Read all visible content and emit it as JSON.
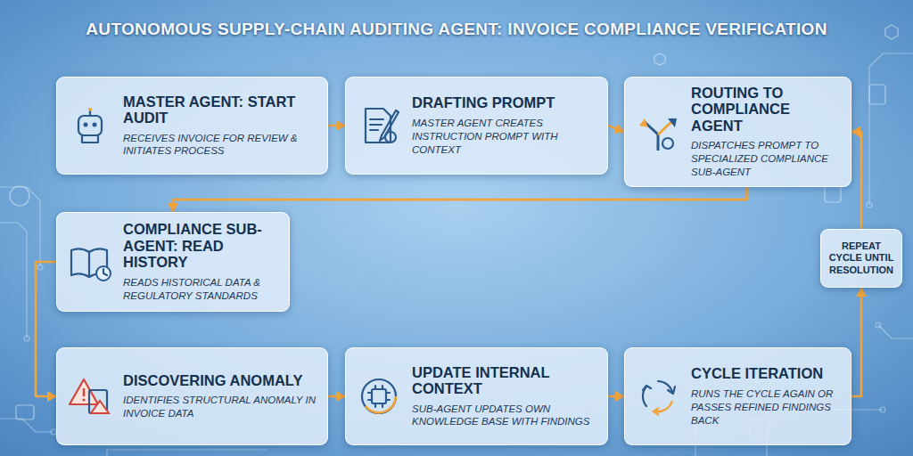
{
  "diagram": {
    "title": "AUTONOMOUS SUPPLY-CHAIN AUDITING AGENT: INVOICE COMPLIANCE VERIFICATION",
    "nodes": [
      {
        "text": [
          "MASTER AGENT: START AUDIT",
          "RECEIVES INVOICE FOR REVIEW & INITIATES PROCESS"
        ]
      },
      {
        "text": [
          "DRAFTING PROMPT",
          "MASTER AGENT CREATES INSTRUCTION PROMPT WITH CONTEXT"
        ]
      },
      {
        "text": [
          "ROUTING TO COMPLIANCE AGENT",
          "DISPATCHES PROMPT TO SPECIALIZED COMPLIANCE SUB-AGENT"
        ]
      },
      {
        "text": [
          "COMPLIANCE SUB-AGENT: READ HISTORY",
          "READS HISTORICAL DATA & REGULATORY STANDARDS"
        ]
      },
      {
        "text": [
          "DISCOVERING ANOMALY",
          "IDENTIFIES STRUCTURAL ANOMALY IN INVOICE DATA"
        ]
      },
      {
        "text": [
          "UPDATE INTERNAL CONTEXT",
          "SUB-AGENT UPDATES OWN KNOWLEDGE BASE WITH FINDINGS"
        ]
      },
      {
        "text": [
          "CYCLE ITERATION",
          "RUNS THE CYCLE AGAIN OR PASSES REFINED FINDINGS BACK"
        ]
      },
      {
        "text": [
          "REPEAT CYCLE UNTIL RESOLUTION"
        ]
      }
    ],
    "edges": [
      {
        "from": 0,
        "to": 1,
        "arrow": "to"
      },
      {
        "from": 1,
        "to": 2,
        "arrow": "to"
      },
      {
        "from": 2,
        "to": 3,
        "arrow": "to"
      },
      {
        "from": 3,
        "to": 4,
        "arrow": "to"
      },
      {
        "from": 4,
        "to": 5,
        "arrow": "to"
      },
      {
        "from": 5,
        "to": 6,
        "arrow": "to"
      },
      {
        "from": 6,
        "to": 7,
        "arrow": "to"
      },
      {
        "from": 7,
        "to": 2,
        "arrow": "to"
      }
    ]
  }
}
